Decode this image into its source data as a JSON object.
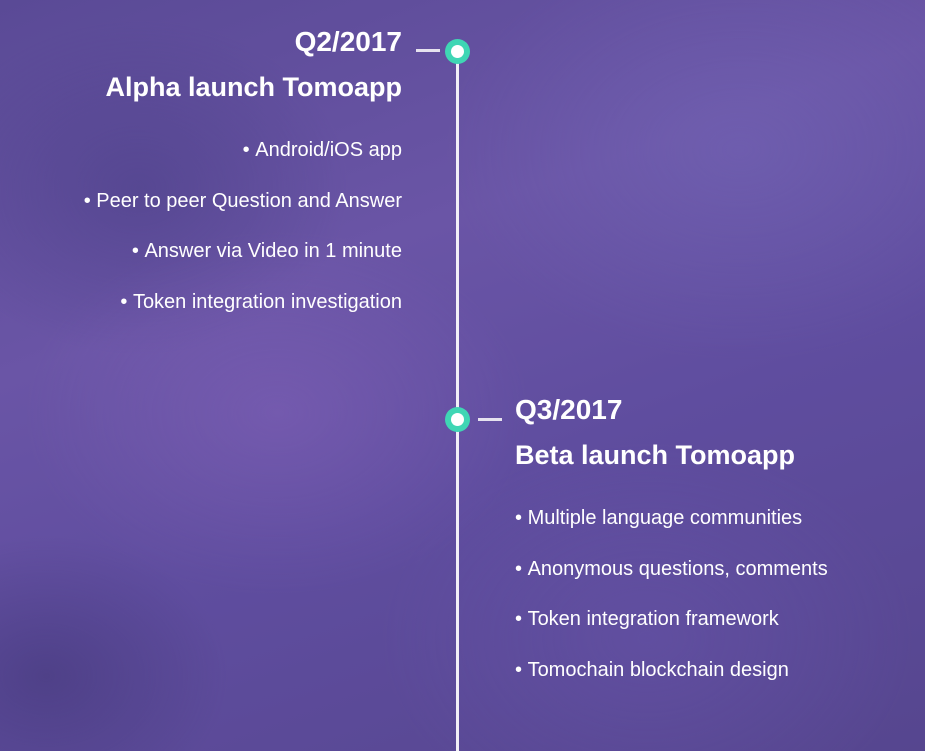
{
  "milestones": [
    {
      "period": "Q2/2017",
      "title": "Alpha launch Tomoapp",
      "items": [
        "Android/iOS app",
        "Peer to peer Question and Answer",
        "Answer via Video in 1 minute",
        "Token integration investigation"
      ]
    },
    {
      "period": "Q3/2017",
      "title": "Beta launch Tomoapp",
      "items": [
        "Multiple language communities",
        "Anonymous questions, comments",
        "Token integration framework",
        "Tomochain blockchain design"
      ]
    }
  ],
  "colors": {
    "node": "#3fd6b4",
    "line": "#f2eff7",
    "text": "#ffffff"
  }
}
